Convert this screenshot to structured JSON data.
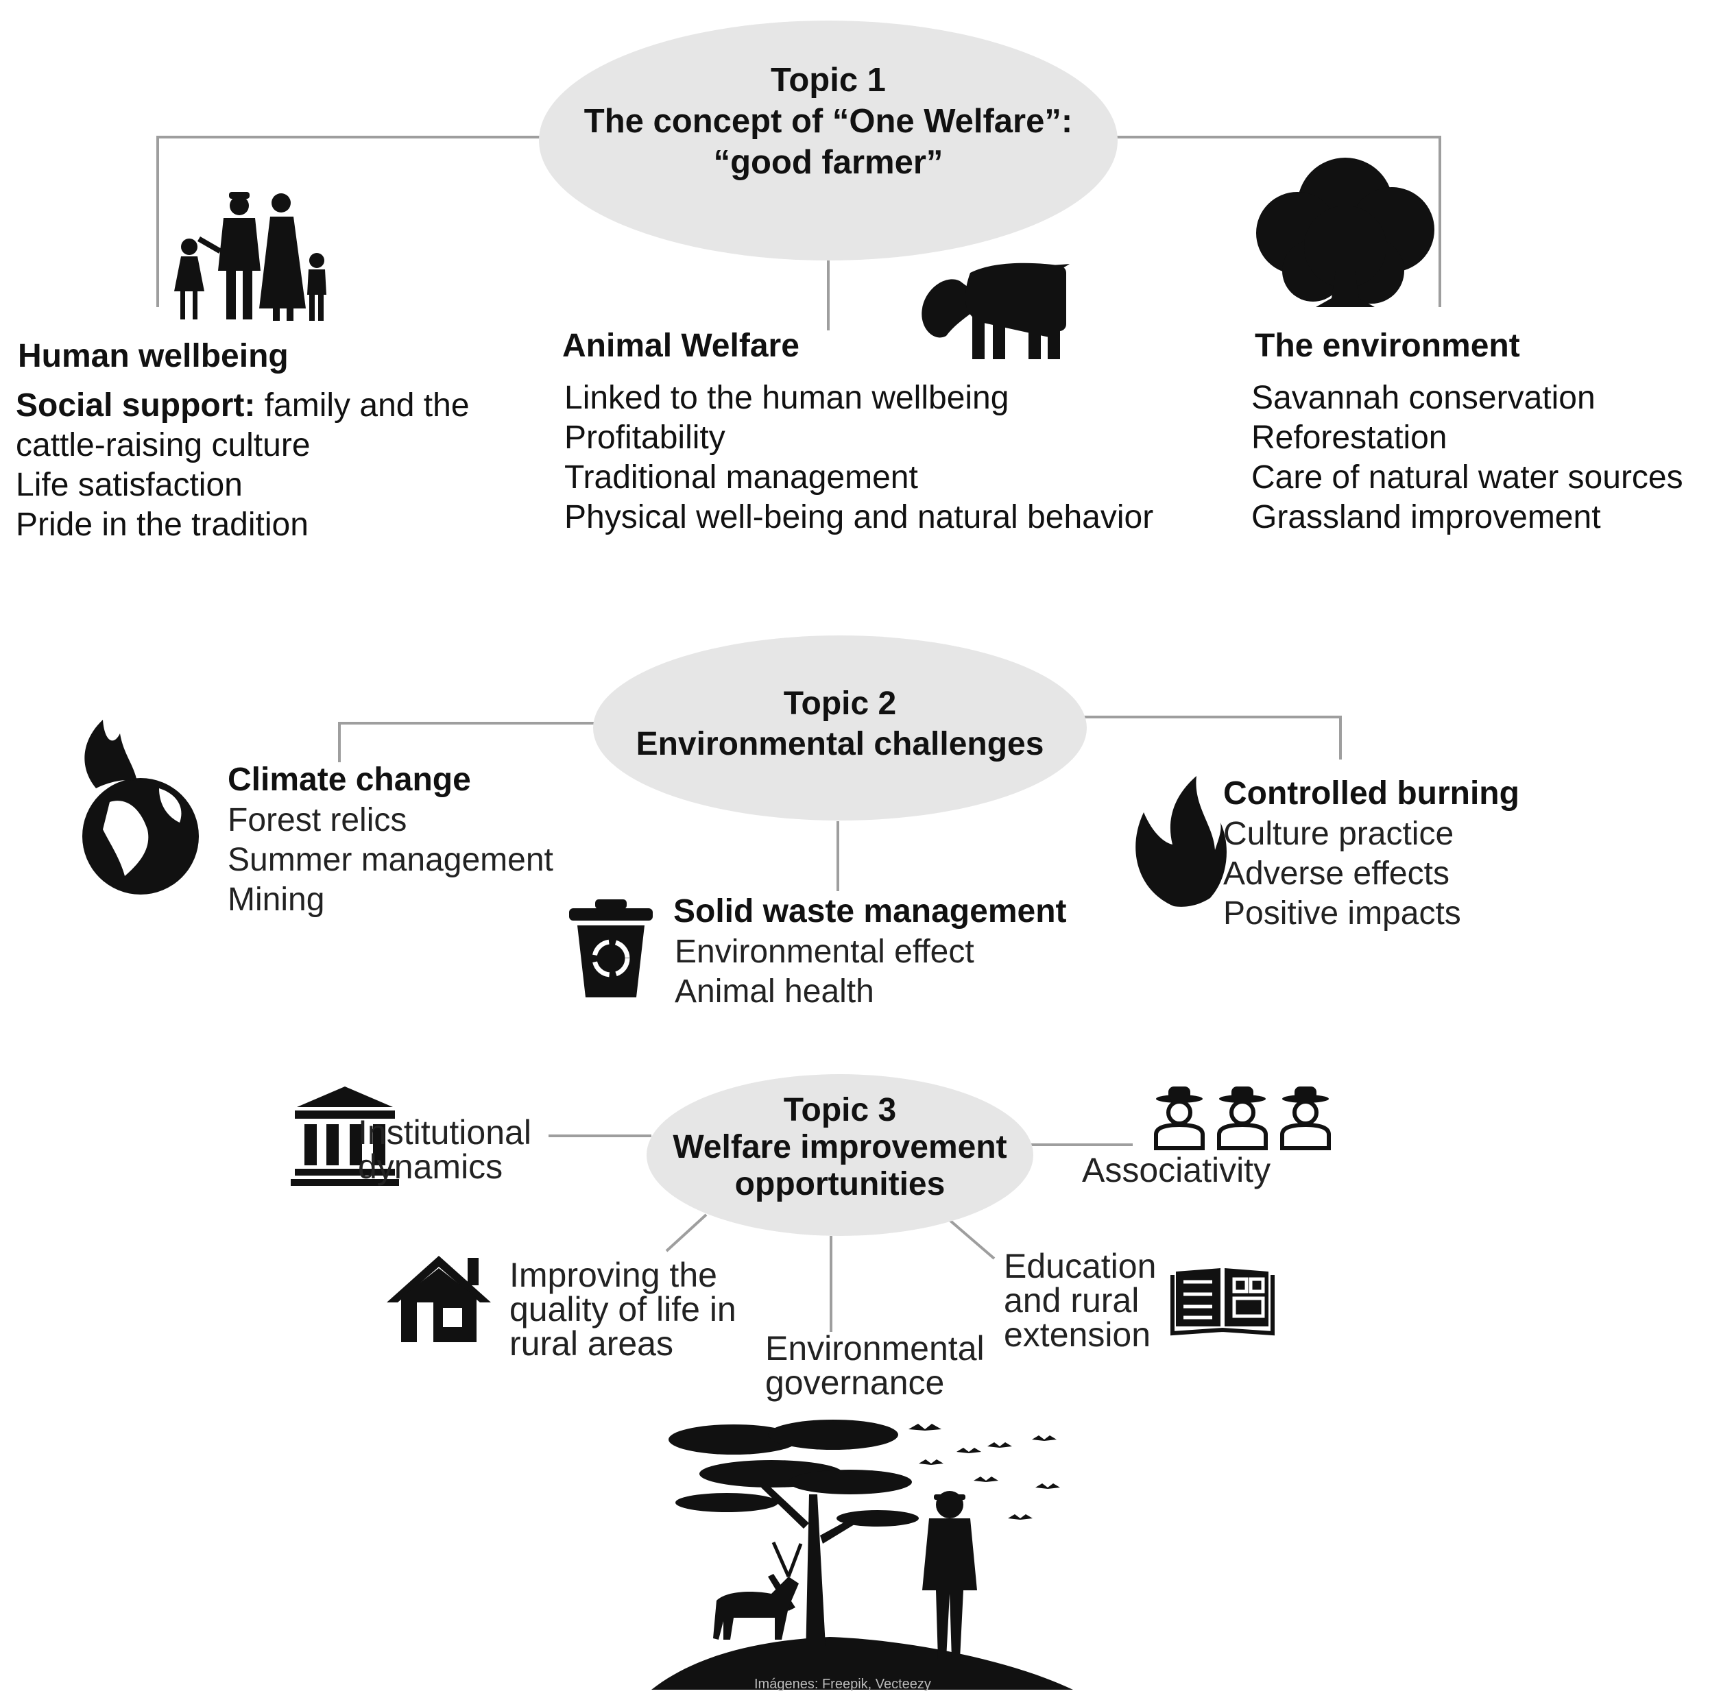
{
  "colors": {
    "ellipse": "#e6e6e6",
    "line": "#9e9e9e",
    "ink": "#111111"
  },
  "topic1": {
    "title": [
      "Topic 1",
      "The concept of “One Welfare”:",
      "“good farmer”"
    ],
    "human": {
      "heading": "Human wellbeing",
      "social_label": "Social support:",
      "social_text": " family and the",
      "items": [
        "cattle-raising culture",
        "Life satisfaction",
        "Pride in the tradition"
      ],
      "icon": "family-icon"
    },
    "animal": {
      "heading": "Animal Welfare",
      "items": [
        "Linked to the human wellbeing",
        "Profitability",
        "Traditional management",
        "Physical well-being and natural behavior"
      ],
      "icon": "cow-icon"
    },
    "environment": {
      "heading": "The environment",
      "items": [
        "Savannah conservation",
        "Reforestation",
        "Care of natural water sources",
        "Grassland improvement"
      ],
      "icon": "tree-icon"
    }
  },
  "topic2": {
    "title": [
      "Topic 2",
      "Environmental challenges"
    ],
    "climate": {
      "heading": "Climate change",
      "items": [
        "Forest relics",
        "Summer management",
        "Mining"
      ],
      "icon": "burning-globe-icon"
    },
    "burning": {
      "heading": "Controlled burning",
      "items": [
        "Culture practice",
        "Adverse effects",
        "Positive impacts"
      ],
      "icon": "flame-icon"
    },
    "waste": {
      "heading": "Solid waste management",
      "items": [
        "Environmental effect",
        "Animal health"
      ],
      "icon": "recycle-bin-icon"
    }
  },
  "topic3": {
    "title": [
      "Topic 3",
      "Welfare improvement",
      "opportunities"
    ],
    "institutional": {
      "lines": [
        "Institutional",
        "dynamics"
      ],
      "icon": "institution-icon"
    },
    "associativity": {
      "lines": [
        "Associativity"
      ],
      "icon": "farmers-icon"
    },
    "quality": {
      "lines": [
        "Improving the",
        "quality of life in",
        "rural areas"
      ],
      "icon": "house-icon"
    },
    "governance": {
      "lines": [
        "Environmental",
        "governance"
      ]
    },
    "education": {
      "lines": [
        "Education",
        "and rural",
        "extension"
      ],
      "icon": "book-icon"
    }
  },
  "footer": {
    "icon": "savanna-scene-icon",
    "credit": "Imágenes: Freepik, Vecteezy"
  }
}
